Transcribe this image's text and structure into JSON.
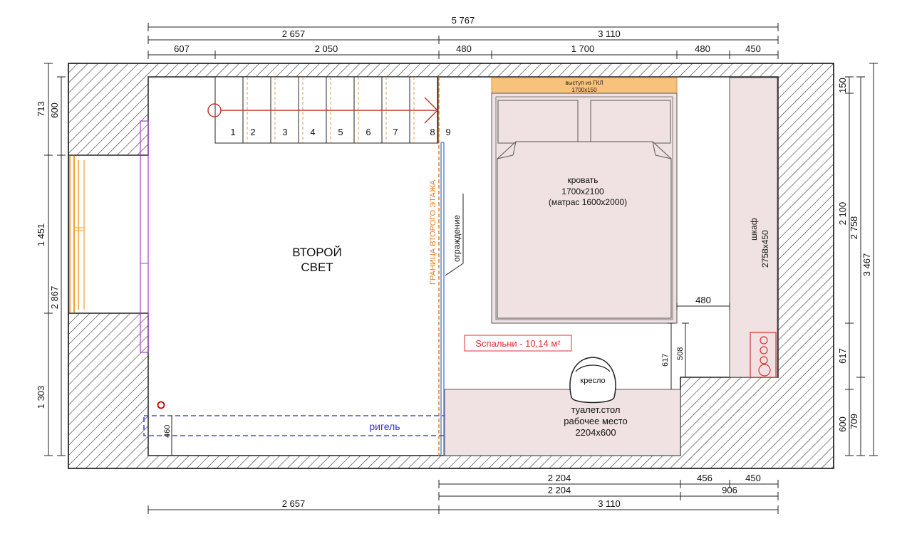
{
  "dimensions": {
    "top_total": "5 767",
    "top_row2_left": "2 657",
    "top_row2_right": "3 110",
    "top_row3": [
      "607",
      "2 050",
      "480",
      "1 700",
      "480",
      "450"
    ],
    "bottom_row1": [
      "2 204",
      "456",
      "450"
    ],
    "bottom_row2": [
      "2 204",
      "906"
    ],
    "bottom_row3_left": "2 657",
    "bottom_row3_right": "3 110",
    "left_outer": [
      "713",
      "1 451",
      "1 303"
    ],
    "left_inner": [
      "600",
      "2 867"
    ],
    "right_inner": [
      "150",
      "2 100",
      "617",
      "600"
    ],
    "right_mid": [
      "2 758",
      "709"
    ],
    "right_outer": "3 467",
    "interior": {
      "width_480": "480",
      "height_617": "617",
      "height_508": "508",
      "height_460": "460"
    }
  },
  "stairs": {
    "steps": [
      "1",
      "2",
      "3",
      "4",
      "5",
      "6",
      "7",
      "8",
      "9"
    ]
  },
  "labels": {
    "second_light_line1": "ВТОРОЙ",
    "second_light_line2": "СВЕТ",
    "floor_border": "ГРАНИЦА ВТОРОГО ЭТАЖА",
    "railing": "ограждение",
    "bed_line1": "кровать",
    "bed_line2": "1700х2100",
    "bed_line3": "(матрас 1600х2000)",
    "gkl_line1": "выступ из ГКЛ",
    "gkl_line2": "1700х150",
    "wardrobe_line1": "шкаф",
    "wardrobe_line2": "2758х450",
    "bedroom_area": "Sспальни - 10,14 м²",
    "armchair": "кресло",
    "desk_line1": "туалет.стол",
    "desk_line2": "рабочее место",
    "desk_line3": "2204х600",
    "beam": "ригель"
  },
  "colors": {
    "wall_hatch": "#222222",
    "furniture_fill": "#f0e2e2",
    "gkl_fill": "#f7c27c",
    "stair_arrow": "#c0392b",
    "floor_border": "#e67e22",
    "railing_blue": "#5b8bd9",
    "beam_dash": "#4a4ae0",
    "area_red": "#e03030",
    "window_orange": "#f0a030",
    "window_purple": "#a040c0"
  }
}
